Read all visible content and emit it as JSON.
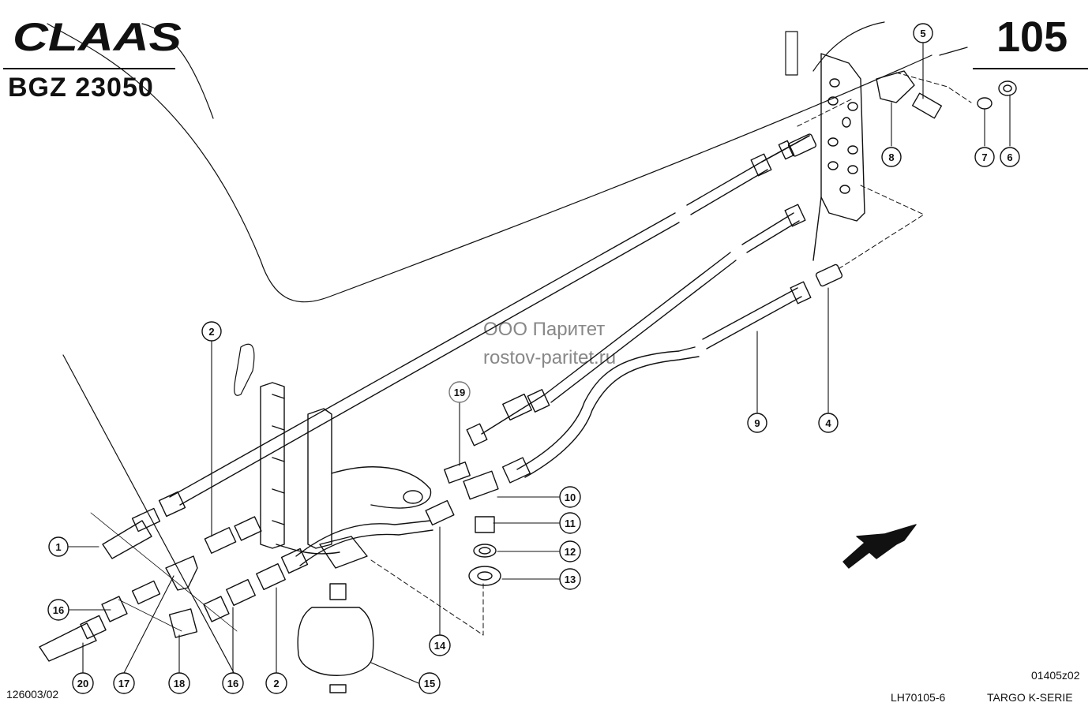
{
  "header": {
    "brand": "CLAAS",
    "doc_id": "BGZ 23050",
    "page_number": "105"
  },
  "footer": {
    "left_code": "126003/02",
    "drawing_ref": "01405z02",
    "lh_code": "LH70105-6",
    "series": "TARGO K-SERIE"
  },
  "watermark": {
    "line1": "ООО Паритет",
    "line2": "rostov-paritet.ru"
  },
  "callouts": [
    "1",
    "2",
    "4",
    "5",
    "6",
    "7",
    "8",
    "9",
    "10",
    "11",
    "12",
    "13",
    "14",
    "15",
    "16",
    "16",
    "17",
    "18",
    "19",
    "20",
    "2"
  ]
}
